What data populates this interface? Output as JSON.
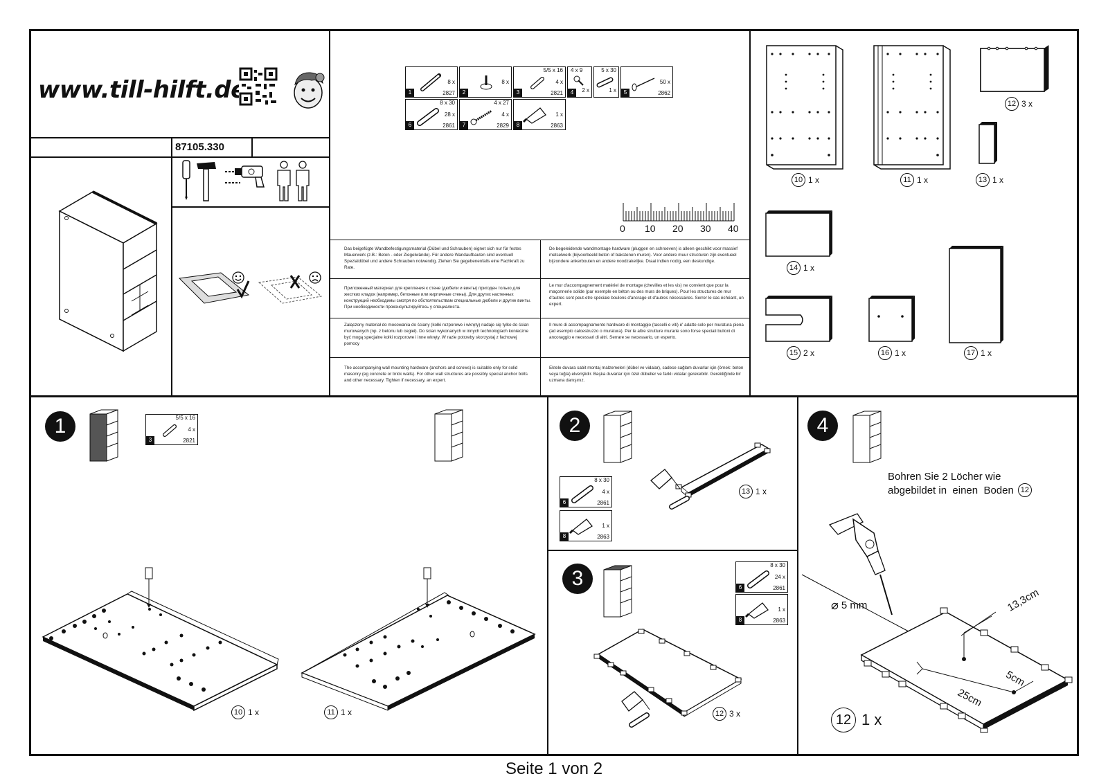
{
  "header": {
    "url": "www.till-hilft.de",
    "article_number": "87105.330"
  },
  "hardware_top": [
    {
      "num": "1",
      "size": "",
      "qty": "8 x",
      "code": "2827",
      "icon": "dowel-icon"
    },
    {
      "num": "2",
      "size": "",
      "qty": "8 x",
      "code": "",
      "icon": "shelf-pin-icon"
    },
    {
      "num": "3",
      "size": "5/5 x 16",
      "qty": "4 x",
      "code": "2821",
      "icon": "connector-icon"
    },
    {
      "num": "4",
      "size": "4 x 9",
      "qty": "2 x",
      "code": "",
      "icon": "small-screw-icon"
    },
    {
      "num": "",
      "size": "5 x 30",
      "qty": "1 x",
      "code": "",
      "icon": "wall-plug-icon"
    },
    {
      "num": "5",
      "size": "",
      "qty": "50 x",
      "code": "2862",
      "icon": "nail-icon"
    },
    {
      "num": "6",
      "size": "8 x 30",
      "qty": "28 x",
      "code": "2861",
      "icon": "wood-dowel-icon"
    },
    {
      "num": "7",
      "size": "4 x 27",
      "qty": "4 x",
      "code": "2829",
      "icon": "wood-screw-icon"
    },
    {
      "num": "8",
      "size": "",
      "qty": "1 x",
      "code": "2863",
      "icon": "glue-tube-icon"
    }
  ],
  "ruler_labels": [
    "0",
    "10",
    "20",
    "30",
    "40"
  ],
  "notices": {
    "de": "Das beigefügte Wandbefestigungsmaterial (Dübel und Schrauben) eignet sich nur für festes Mauerwerk (z.B.: Beton - oder Ziegelwände). Für andere Wandaufbauten sind eventuell Spezialdübel und andere Schrauben notwendig. Ziehen Sie gegebenenfalls eine Fachkraft zu Rate.",
    "nl": "De begeleidende wandmontage hardware (pluggen en schroeven) is alleen geschikt voor massief metselwerk (bijvoorbeeld beton of bakstenen muren). Voor andere muur structuren zijn eventueel bijzondere ankerbouten en andere noodzakelijke. Draai indien nodig, een deskundige.",
    "ru": "Приложенный материал для крепления к стене (дюбели и винты) пригоден только для жестких кладок (например, бетонные или кирпичные стены). Для других настенных конструкций необходимы смотря по обстоятельствам специальные дюбели и другие винты. При необходимости проконсультируйтесь у специалиста.",
    "fr": "Le mur d'accompagnement matériel de montage (chevilles et les vis) ne convient que pour la maçonnerie solide (par exemple en béton ou des murs de briques). Pour les structures de mur d'autres sont peut-etre spéciale boulons d'ancrage et d'autres nécessaires. Serrer le cas échéant, un expert.",
    "pl": "Załączony materiał do mocowania do ściany (kołki rozporowe i wkręty) nadaje się tylko do ścian murowanych (np. z betonu lub cegieł). Do ścian wykonanych w innych technologiach konieczne być mogą specjalne kołki rozporowe i inne wkręty. W razie potrzeby skorzystaj z fachowej pomocy",
    "it": "Il muro di accompagnamento hardware di montaggio (tasselli e viti) è' adatto solo per muratura piena (ad esempio calcestruzzo o muratura). Per le altre strutture murarie sono forse speciali bulloni di ancoraggio e necessari di altri. Serrare se necessario, un esperto.",
    "en": "The accompanying wall mounting hardware (anchors and screws) is suitable only for solid masonry (eg concrete or brick walls). For other wall structures are possibly special anchor bolts and other necessary. Tighten if necessary, an expert.",
    "tr": "Ektele duvara sabit montaj malzemeleri (dübel ve vidalar), sadece sağlam duvarlar için (örnek: beton veya tuğla) elverişlidir. Başka duvarlar için özel dübeller ve farklı vidalar gerekebilir. Gerektiğinde bir uzmana danışınız."
  },
  "parts": [
    {
      "num": "10",
      "qty": "1 x"
    },
    {
      "num": "11",
      "qty": "1 x"
    },
    {
      "num": "12",
      "qty": "3 x"
    },
    {
      "num": "13",
      "qty": "1 x"
    },
    {
      "num": "14",
      "qty": "1 x"
    },
    {
      "num": "15",
      "qty": "2 x"
    },
    {
      "num": "16",
      "qty": "1 x"
    },
    {
      "num": "17",
      "qty": "1 x"
    }
  ],
  "step1": {
    "num": "1",
    "hw": {
      "num": "3",
      "size": "5/5 x 16",
      "qty": "4 x",
      "code": "2821"
    },
    "part_a": {
      "num": "10",
      "qty": "1 x"
    },
    "part_b": {
      "num": "11",
      "qty": "1 x"
    }
  },
  "step2": {
    "num": "2",
    "hw_a": {
      "num": "6",
      "size": "8 x 30",
      "qty": "4 x",
      "code": "2861"
    },
    "hw_b": {
      "num": "8",
      "size": "",
      "qty": "1 x",
      "code": "2863"
    },
    "part": {
      "num": "13",
      "qty": "1 x"
    }
  },
  "step3": {
    "num": "3",
    "hw_a": {
      "num": "6",
      "size": "8 x 30",
      "qty": "24 x",
      "code": "2861"
    },
    "hw_b": {
      "num": "8",
      "size": "",
      "qty": "1 x",
      "code": "2863"
    },
    "part": {
      "num": "12",
      "qty": "3 x"
    }
  },
  "step4": {
    "num": "4",
    "instruction_line1": "Bohren Sie 2 Löcher wie",
    "instruction_line2": "abgebildet in  einen  Boden",
    "instruction_part": "12",
    "drill_diameter": "5 mm",
    "dim_a": "13,3cm",
    "dim_b": "5cm",
    "dim_c": "25cm",
    "part": {
      "num": "12",
      "qty": "1 x"
    }
  },
  "footer": "Seite 1 von 2"
}
